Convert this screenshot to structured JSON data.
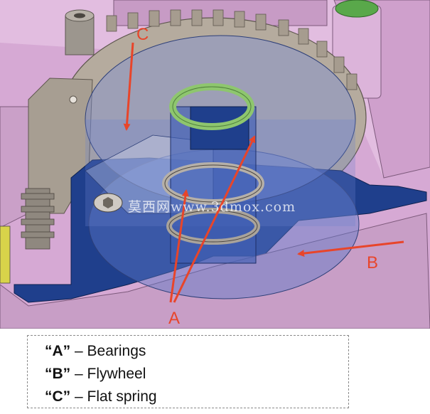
{
  "figure": {
    "callouts": [
      {
        "id": "A",
        "label": "A"
      },
      {
        "id": "B",
        "label": "B"
      },
      {
        "id": "C",
        "label": "C"
      }
    ],
    "watermark": "莫西网www.3dmox.com",
    "colors": {
      "callout": "#e8452a",
      "housing": "#d8a8d6",
      "gear": "#b4aa9c",
      "flywheel": "#5c78c8",
      "blue_part": "#1f3f8c",
      "spring": "#8ec66e"
    }
  },
  "legend": {
    "items": [
      {
        "key": "“A”",
        "sep": " – ",
        "text": "Bearings"
      },
      {
        "key": "“B”",
        "sep": " – ",
        "text": "Flywheel"
      },
      {
        "key": "“C”",
        "sep": " – ",
        "text": "Flat spring"
      }
    ]
  }
}
